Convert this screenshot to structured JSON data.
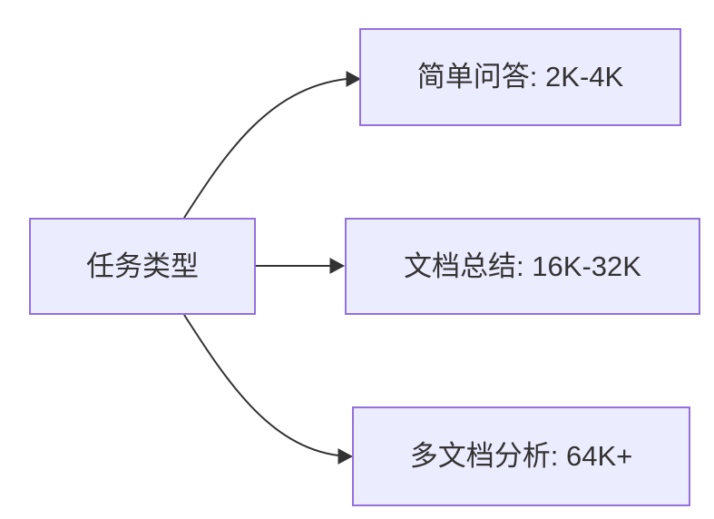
{
  "diagram": {
    "type": "flowchart",
    "direction": "left-to-right",
    "background_color": "#ffffff",
    "node_fill_color": "#ECECFF",
    "node_border_color": "#9370DB",
    "text_color": "#333333",
    "edge_color": "#333333",
    "nodes": [
      {
        "id": "task-type",
        "label": "任务类型"
      },
      {
        "id": "simple-qa",
        "label": "简单问答: 2K-4K"
      },
      {
        "id": "doc-summary",
        "label": "文档总结: 16K-32K"
      },
      {
        "id": "multi-doc",
        "label": "多文档分析: 64K+"
      }
    ],
    "edges": [
      {
        "from": "task-type",
        "to": "simple-qa"
      },
      {
        "from": "task-type",
        "to": "doc-summary"
      },
      {
        "from": "task-type",
        "to": "multi-doc"
      }
    ]
  }
}
